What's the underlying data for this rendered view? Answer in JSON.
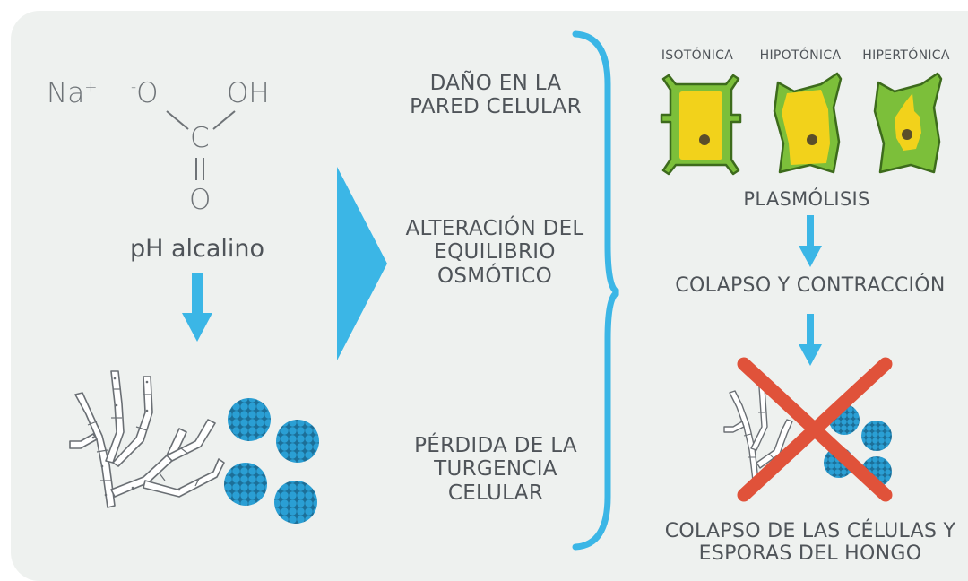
{
  "chemistry": {
    "sodium": "Na",
    "sodium_charge": "+",
    "oxygen_left_charge": "-",
    "oxygen_left": "O",
    "hydroxyl": "OH",
    "carbon": "C",
    "oxygen_bottom": "O",
    "ph_label": "pH alcalino"
  },
  "effects": [
    {
      "lines": [
        "DAÑO EN LA",
        "PARED CELULAR"
      ]
    },
    {
      "lines": [
        "ALTERACIÓN DEL",
        "EQUILIBRIO",
        "OSMÓTICO"
      ]
    },
    {
      "lines": [
        "PÉRDIDA DE LA",
        "TURGENCIA",
        "CELULAR"
      ]
    }
  ],
  "cell_states": [
    "ISOTÓNICA",
    "HIPOTÓNICA",
    "HIPERTÓNICA"
  ],
  "steps": {
    "plasmolysis": "PLASMÓLISIS",
    "collapse": "COLAPSO Y CONTRACCIÓN",
    "result_lines": [
      "COLAPSO DE LAS CÉLULAS Y",
      "ESPORAS DEL HONGO"
    ]
  },
  "colors": {
    "background": "#eef1ef",
    "accent_blue": "#3bb6e6",
    "text": "#4f5459",
    "cross_red": "#e0523a",
    "cell_green": "#7cbf3a",
    "cell_yellow": "#f2d21b",
    "spore_blue": "#2a9fd4"
  }
}
